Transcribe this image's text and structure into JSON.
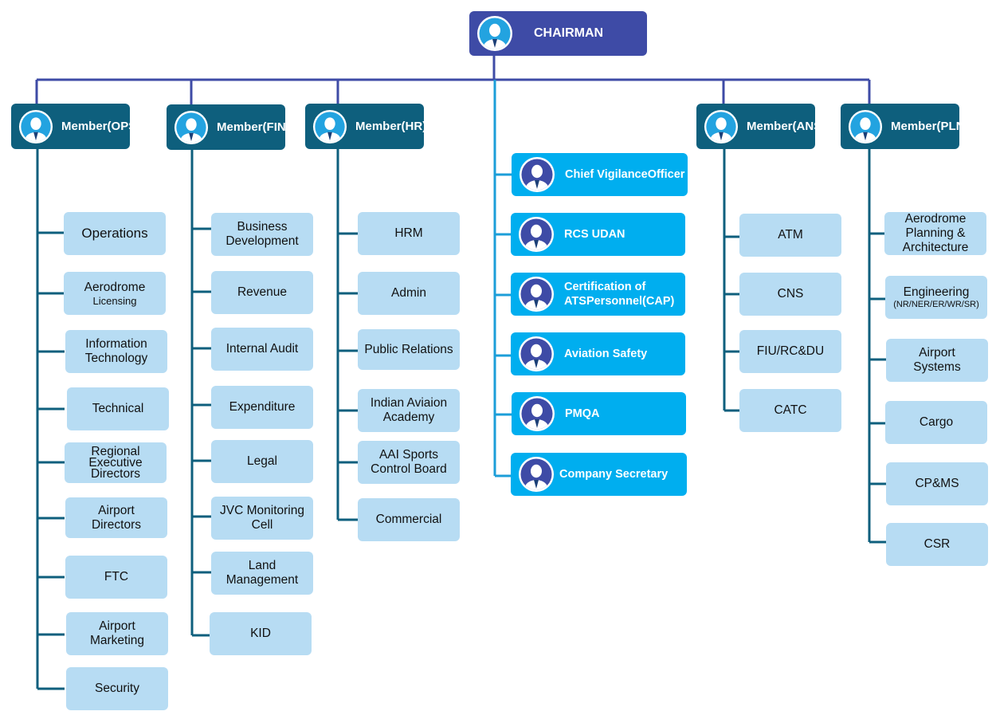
{
  "chairman": {
    "label": "CHAIRMAN"
  },
  "members": [
    {
      "line1": "Member",
      "line2": "(OPS)"
    },
    {
      "line1": "Member",
      "line2": "(FIN)"
    },
    {
      "line1": "Member",
      "line2": "(HR)"
    },
    {
      "line1": "Member",
      "line2": "(ANS)"
    },
    {
      "line1": "Member",
      "line2": "(PLNG)"
    }
  ],
  "ops": [
    {
      "l1": "Operations"
    },
    {
      "l1": "Aerodrome",
      "sub": "Licensing"
    },
    {
      "l1": "Information",
      "l2": "Technology"
    },
    {
      "l1": "Technical"
    },
    {
      "l1": "Regional",
      "l2": "Executive",
      "l3": "Directors"
    },
    {
      "l1": "Airport",
      "l2": "Directors"
    },
    {
      "l1": "FTC"
    },
    {
      "l1": "Airport",
      "l2": "Marketing"
    },
    {
      "l1": "Security"
    }
  ],
  "fin": [
    {
      "l1": "Business",
      "l2": "Development"
    },
    {
      "l1": "Revenue"
    },
    {
      "l1": "Internal Audit"
    },
    {
      "l1": "Expenditure"
    },
    {
      "l1": "Legal"
    },
    {
      "l1": "JVC Monitoring",
      "l2": "Cell"
    },
    {
      "l1": "Land",
      "l2": "Management"
    },
    {
      "l1": "KID"
    }
  ],
  "hr": [
    {
      "l1": "HRM"
    },
    {
      "l1": "Admin"
    },
    {
      "l1": "Public Relations"
    },
    {
      "l1": "Indian Aviaion",
      "l2": "Academy"
    },
    {
      "l1": "AAI Sports",
      "l2": "Control Board"
    },
    {
      "l1": "Commercial"
    }
  ],
  "staff": [
    {
      "l1": "Chief Vigilance",
      "l2": "Officer"
    },
    {
      "l1": "RCS UDAN"
    },
    {
      "l1": "Certification of ATS",
      "l2": "Personnel(CAP)"
    },
    {
      "l1": "Aviation Safety"
    },
    {
      "l1": "PMQA"
    },
    {
      "l1": "Company Secretary"
    }
  ],
  "ans": [
    {
      "l1": "ATM"
    },
    {
      "l1": "CNS"
    },
    {
      "l1": "FIU/RC&DU"
    },
    {
      "l1": "CATC"
    }
  ],
  "plng": [
    {
      "l1": "Aerodrome",
      "l2": "Planning &",
      "l3": "Architecture"
    },
    {
      "l1": "Engineering",
      "sub": "(NR/NER/ER/WR/SR)"
    },
    {
      "l1": "Airport",
      "l2": "Systems"
    },
    {
      "l1": "Cargo"
    },
    {
      "l1": "CP&MS"
    },
    {
      "l1": "CSR"
    }
  ]
}
